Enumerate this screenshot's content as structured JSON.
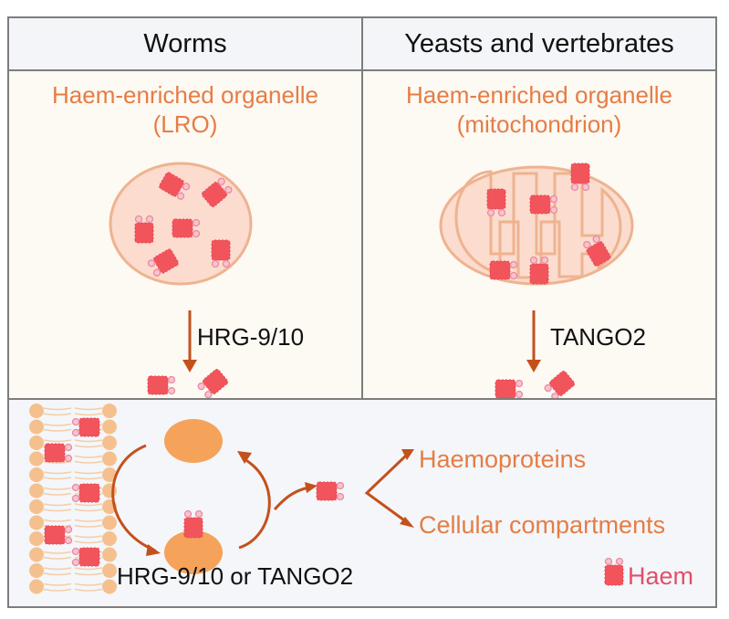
{
  "columns": [
    {
      "header": "Worms",
      "organelle_title": "Haem-enriched organelle",
      "organelle_name": "(LRO)",
      "transporter": "HRG-9/10"
    },
    {
      "header": "Yeasts and vertebrates",
      "organelle_title": "Haem-enriched organelle",
      "organelle_name": "(mitochondrion)",
      "transporter": "TANGO2"
    }
  ],
  "bottom": {
    "transporter_label": "HRG-9/10 or TANGO2",
    "destinations": [
      "Haemoproteins",
      "Cellular compartments"
    ],
    "legend": {
      "label": "Haem"
    }
  },
  "colors": {
    "haem": "#f2545b",
    "haem_ring": "#e98aa0",
    "organelle_fill": "#fbdcce",
    "organelle_stroke": "#eeb390",
    "arrow": "#c4501c",
    "orange_text": "#e57d45",
    "lipid_head": "#f5c08e",
    "vesicle": "#f5a25a"
  }
}
